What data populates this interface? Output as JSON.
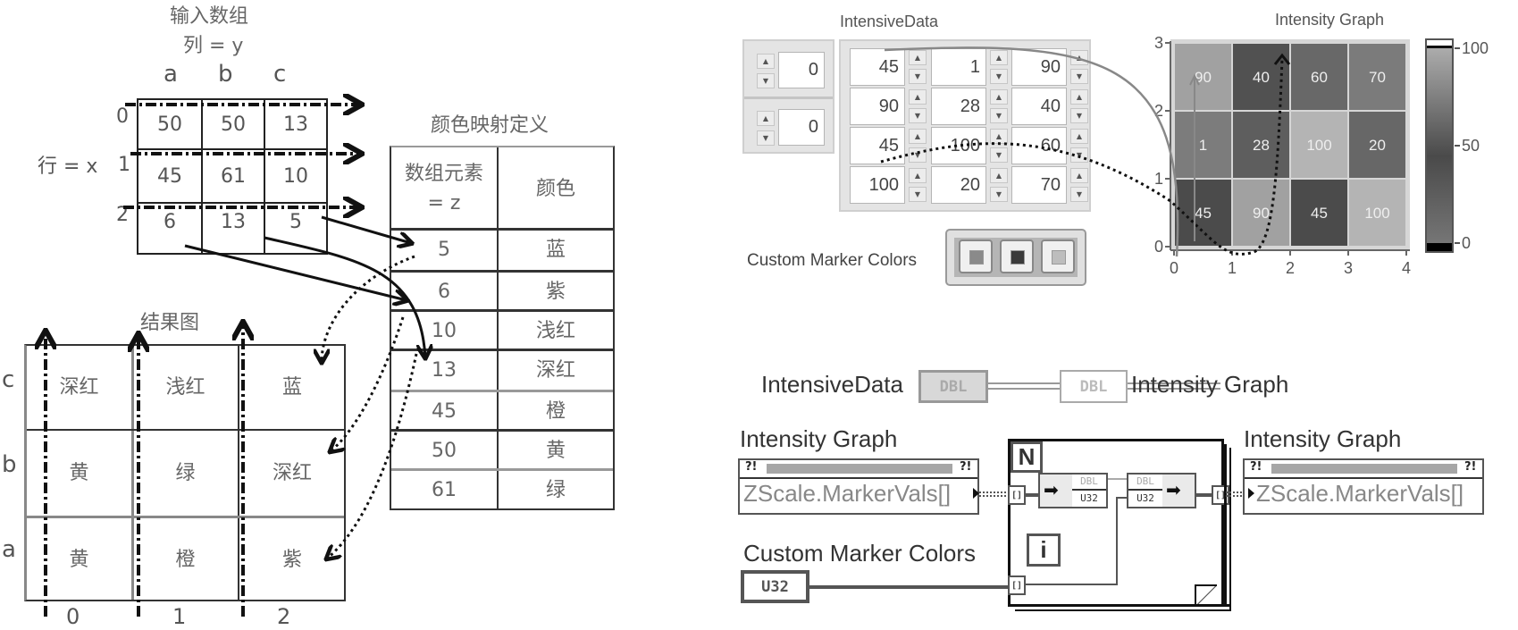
{
  "left_diagram": {
    "input_title": "输入数组",
    "column_label": "列 = y",
    "row_label": "行 = x",
    "column_headers": [
      "a",
      "b",
      "c"
    ],
    "row_indices": [
      "0",
      "1",
      "2"
    ],
    "input_array": [
      [
        "50",
        "50",
        "13"
      ],
      [
        "45",
        "61",
        "10"
      ],
      [
        "6",
        "13",
        "5"
      ]
    ],
    "color_map_title": "颜色映射定义",
    "color_map_headers": [
      "数组元素\n= z",
      "颜色"
    ],
    "color_map_header_z": [
      "数组元素",
      "= z"
    ],
    "color_map_rows": [
      {
        "value": "5",
        "color": "蓝"
      },
      {
        "value": "6",
        "color": "紫"
      },
      {
        "value": "10",
        "color": "浅红"
      },
      {
        "value": "13",
        "color": "深红"
      },
      {
        "value": "45",
        "color": "橙"
      },
      {
        "value": "50",
        "color": "黄"
      },
      {
        "value": "61",
        "color": "绿"
      }
    ],
    "result_title": "结果图",
    "result_row_labels": [
      "c",
      "b",
      "a"
    ],
    "result_col_labels": [
      "0",
      "1",
      "2"
    ],
    "result_grid": [
      [
        "深红",
        "浅红",
        "蓝"
      ],
      [
        "黄",
        "绿",
        "深红"
      ],
      [
        "黄",
        "橙",
        "紫"
      ]
    ]
  },
  "front_panel": {
    "intensive_data_label": "IntensiveData",
    "index_values": [
      "0",
      "0"
    ],
    "intensive_data": [
      [
        "45",
        "1",
        "90"
      ],
      [
        "90",
        "28",
        "40"
      ],
      [
        "45",
        "100",
        "60"
      ],
      [
        "100",
        "20",
        "70"
      ]
    ],
    "custom_marker_colors_label": "Custom Marker Colors",
    "marker_colors": [
      "#8a8a8a",
      "#3a3a3a",
      "#bdbdbd"
    ]
  },
  "chart_data": {
    "type": "heatmap",
    "title": "Intensity Graph",
    "xlabel": "",
    "ylabel": "",
    "x_ticks": [
      "0",
      "1",
      "2",
      "3",
      "4"
    ],
    "y_ticks": [
      "0",
      "1",
      "2",
      "3"
    ],
    "xlim": [
      0,
      4
    ],
    "ylim": [
      0,
      3
    ],
    "z_scale_ticks": [
      "100",
      "50",
      "0"
    ],
    "zlim": [
      0,
      100
    ],
    "cells": [
      {
        "x": 0,
        "y": 2,
        "z": 90
      },
      {
        "x": 1,
        "y": 2,
        "z": 40
      },
      {
        "x": 2,
        "y": 2,
        "z": 60
      },
      {
        "x": 3,
        "y": 2,
        "z": 70
      },
      {
        "x": 0,
        "y": 1,
        "z": 1
      },
      {
        "x": 1,
        "y": 1,
        "z": 28
      },
      {
        "x": 2,
        "y": 1,
        "z": 100
      },
      {
        "x": 3,
        "y": 1,
        "z": 20
      },
      {
        "x": 0,
        "y": 0,
        "z": 45
      },
      {
        "x": 1,
        "y": 0,
        "z": 90
      },
      {
        "x": 2,
        "y": 0,
        "z": 45
      },
      {
        "x": 3,
        "y": 0,
        "z": 100
      }
    ]
  },
  "block_diagram": {
    "intensive_data_label": "IntensiveData",
    "dbl_terminal": "DBL",
    "intensity_graph_label": "Intensity Graph",
    "property_node_left_label": "Intensity Graph",
    "property_node_right_label": "Intensity Graph",
    "property_name": "ZScale.MarkerVals[]",
    "error_glyph": "?!",
    "custom_marker_colors_label": "Custom Marker Colors",
    "u32_terminal": "U32",
    "loop_count": "N",
    "loop_index": "i",
    "bundle_top": "DBL",
    "bundle_bottom": "U32",
    "tunnel_glyph": "[]"
  }
}
